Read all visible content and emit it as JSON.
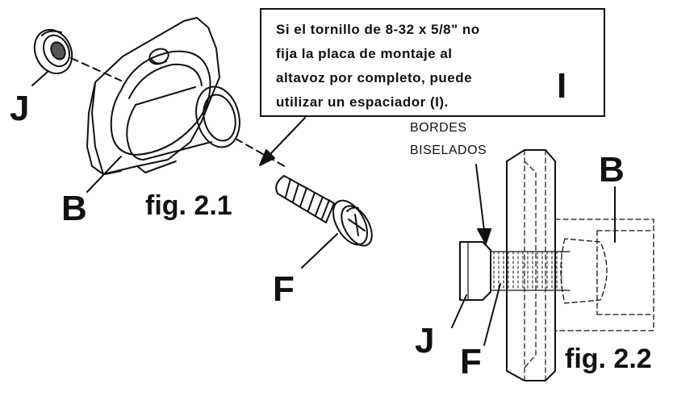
{
  "note": {
    "lines": [
      "Si el tornillo de 8-32 x 5/8\" no",
      "fija la placa de montaje al",
      "altavoz por completo, puede",
      "utilizar un espaciador (I)."
    ],
    "part_label": "I"
  },
  "fig21": {
    "caption": "fig. 2.1",
    "labels": {
      "nut": "J",
      "mount": "B",
      "screw": "F"
    }
  },
  "fig22": {
    "caption": "fig. 2.2",
    "edge_label_line1": "BORDES",
    "edge_label_line2": "BISELADOS",
    "labels": {
      "mount": "B",
      "nut": "J",
      "screw": "F"
    }
  }
}
